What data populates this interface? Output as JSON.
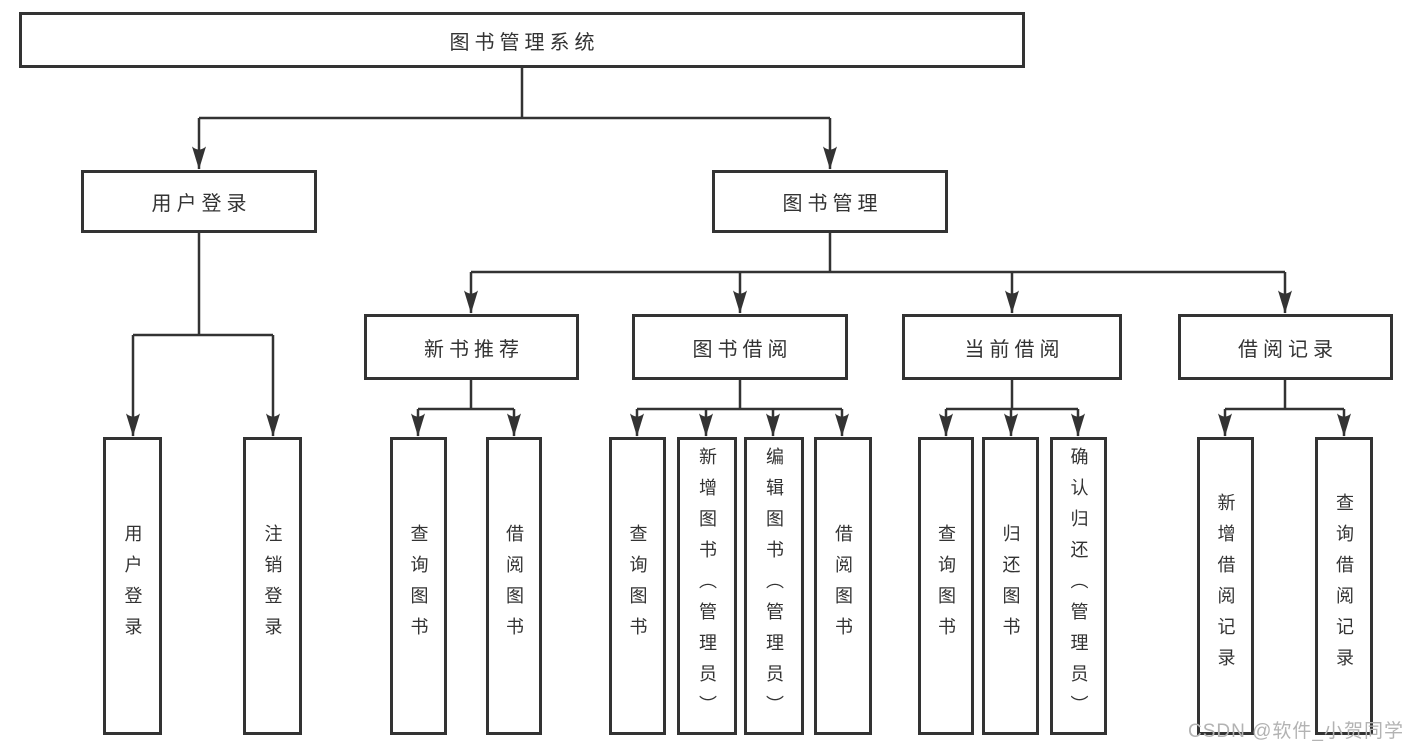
{
  "colors": {
    "line": "#333333",
    "text": "#333333",
    "background": "#ffffff",
    "watermark": "#b3b3b3"
  },
  "watermark": {
    "text": "CSDN @软件_小贺同学"
  },
  "nodes": {
    "root": {
      "label": "图书管理系统"
    },
    "level2": [
      {
        "label": "用户登录"
      },
      {
        "label": "图书管理"
      }
    ],
    "level3": [
      {
        "label": "新书推荐"
      },
      {
        "label": "图书借阅"
      },
      {
        "label": "当前借阅"
      },
      {
        "label": "借阅记录"
      }
    ],
    "leaves": {
      "user_login": [
        "用户登录",
        "注销登录"
      ],
      "new_book_recommend": [
        "查询图书",
        "借阅图书"
      ],
      "book_borrow": [
        "查询图书",
        "新增图书（管理员）",
        "编辑图书（管理员）",
        "借阅图书"
      ],
      "current_borrow": [
        "查询图书",
        "归还图书",
        "确认归还（管理员）"
      ],
      "borrow_record": [
        "新增借阅记录",
        "查询借阅记录"
      ]
    }
  }
}
